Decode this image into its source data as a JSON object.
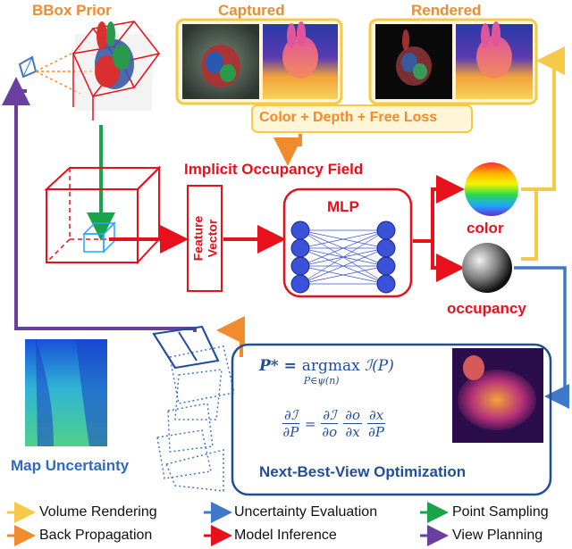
{
  "labels": {
    "bbox_prior": "BBox Prior",
    "captured": "Captured",
    "rendered": "Rendered",
    "loss": "Color + Depth + Free Loss",
    "implicit_field": "Implicit Occupancy Field",
    "feature_line1": "Feature",
    "feature_line2": "Vector",
    "mlp": "MLP",
    "color": "color",
    "occupancy": "occupancy",
    "map_uncertainty": "Map Uncertainty",
    "nbv": "Next-Best-View Optimization"
  },
  "equations": {
    "eq1_lhs": "P* = ",
    "eq1_op": "argmax",
    "eq1_sub": "P∈ψ(n)",
    "eq1_rhs": "ℐ(P)",
    "eq2_lhs_num": "∂ℐ",
    "eq2_lhs_den": "∂P",
    "eq2_eq": "=",
    "eq2_t1_num": "∂ℐ",
    "eq2_t1_den": "∂o",
    "eq2_t2_num": "∂o",
    "eq2_t2_den": "∂x",
    "eq2_t3_num": "∂x",
    "eq2_t3_den": "∂P"
  },
  "legend": [
    {
      "label": "Volume Rendering",
      "color": "#f7c948"
    },
    {
      "label": "Uncertainty Evaluation",
      "color": "#3f78c9"
    },
    {
      "label": "Point Sampling",
      "color": "#1aa34a"
    },
    {
      "label": "Back Propagation",
      "color": "#f28a2e"
    },
    {
      "label": "Model Inference",
      "color": "#e8101a"
    },
    {
      "label": "View Planning",
      "color": "#6a3fa0"
    }
  ],
  "colors": {
    "red": "#e8101a",
    "orange": "#f28a2e",
    "yellow": "#f7c948",
    "blue": "#3f78c9",
    "green": "#1aa34a",
    "purple": "#6a3fa0",
    "navy": "#1f4e9a"
  }
}
